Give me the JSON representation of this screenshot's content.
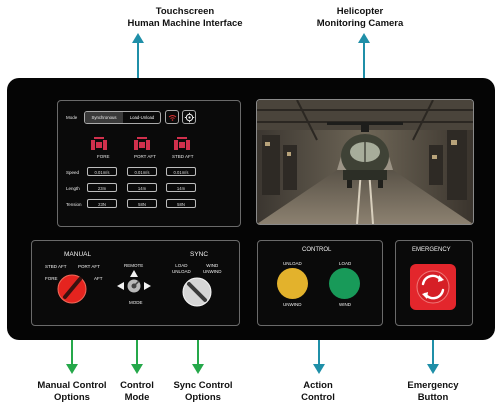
{
  "callouts": {
    "hmi": "Touchscreen\nHuman Machine Interface",
    "camera": "Helicopter\nMonitoring Camera",
    "manual_options": "Manual Control\nOptions",
    "control_mode": "Control\nMode",
    "sync_options": "Sync Control\nOptions",
    "action_control": "Action\nControl",
    "emergency_button": "Emergency\nButton"
  },
  "hmi_screen": {
    "mode_label": "Mode",
    "mode_options": [
      "Synchronous",
      "Load-Unload"
    ],
    "winch_labels": [
      "FORE",
      "PORT AFT",
      "STBD AFT"
    ],
    "rows": [
      {
        "label": "Speed",
        "values": [
          "0.01m/s",
          "0.01m/s",
          "0.01m/s"
        ]
      },
      {
        "label": "Length",
        "values": [
          "23m",
          "14m",
          "14m"
        ]
      },
      {
        "label": "Tension",
        "values": [
          "23N",
          "58N",
          "58N"
        ]
      }
    ]
  },
  "manual": {
    "title": "MANUAL",
    "stbd_aft": "STBD AFT",
    "port_aft": "PORT AFT",
    "fore": "FORE",
    "aft": "AFT"
  },
  "mode_switch": {
    "remote": "REMOTE",
    "mode": "MODE"
  },
  "sync": {
    "title": "SYNC",
    "load_unload": "LOAD\nUNLOAD",
    "wind_unwind": "WIND\nUNWIND"
  },
  "control": {
    "title": "CONTROL",
    "unload": "UNLOAD",
    "unwind": "UNWIND",
    "load": "LOAD",
    "wind": "WIND"
  },
  "emergency": {
    "title": "EMERGENCY"
  },
  "colors": {
    "top_arrow": "#1f8fa8",
    "bottom_arrow": "#25a84a",
    "button_yellow": "#e3b22c",
    "button_green": "#189a59",
    "button_red": "#d61f26",
    "winch_red": "#d1304d"
  }
}
